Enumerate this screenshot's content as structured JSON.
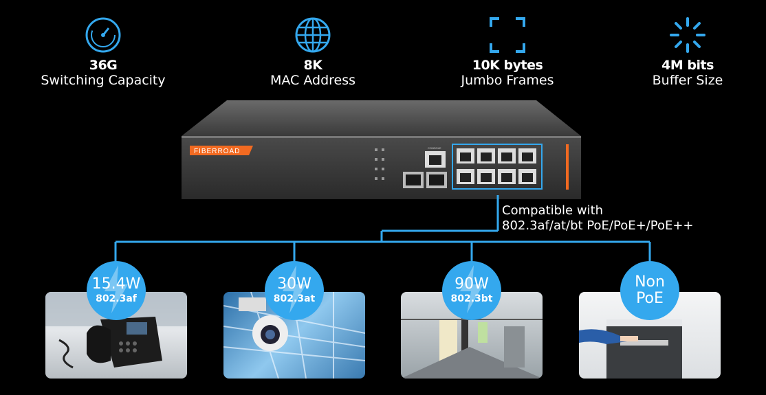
{
  "specs": [
    {
      "icon": "speedometer-icon",
      "value": "36G",
      "label": "Switching Capacity"
    },
    {
      "icon": "globe-icon",
      "value": "8K",
      "label": "MAC Address"
    },
    {
      "icon": "frame-corners-icon",
      "value": "10K bytes",
      "label": "Jumbo Frames"
    },
    {
      "icon": "loading-spinner-icon",
      "value": "4M bits",
      "label": "Buffer Size"
    }
  ],
  "switch": {
    "brand": "FIBERROAD",
    "console": "CONSOLE"
  },
  "compat": {
    "line1": "Compatible with",
    "line2": "802.3af/at/bt PoE/PoE+/PoE++"
  },
  "devices": [
    {
      "power": "15.4W",
      "standard": "802.3af",
      "image": "ip-phone"
    },
    {
      "power": "30W",
      "standard": "802.3at",
      "image": "security-camera"
    },
    {
      "power": "90W",
      "standard": "802.3bt",
      "image": "digital-signage"
    },
    {
      "power": "Non PoE",
      "standard": "",
      "image": "printer"
    }
  ],
  "colors": {
    "accent": "#34a8ee",
    "brand": "#f26a21",
    "background": "#000000"
  }
}
